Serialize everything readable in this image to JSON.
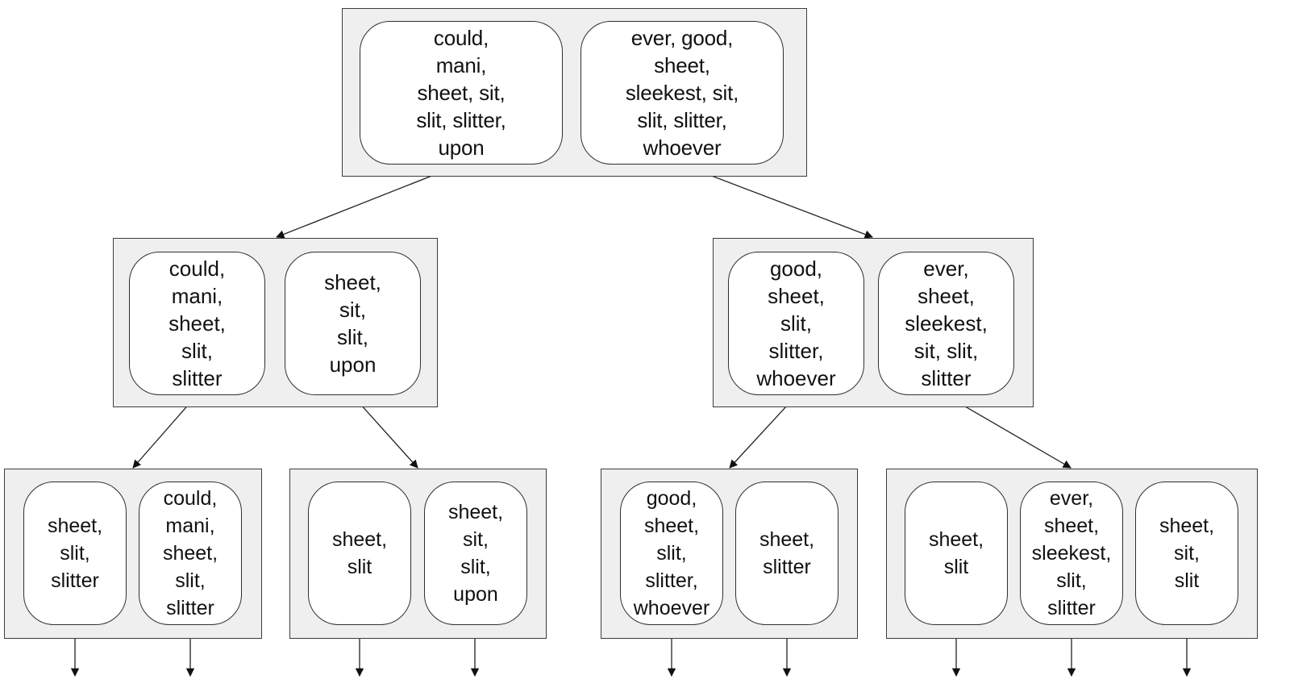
{
  "tree": {
    "root": {
      "entries": [
        {
          "label": "could,\nmani,\nsheet, sit,\nslit, slitter,\nupon"
        },
        {
          "label": "ever, good,\nsheet,\nsleekest, sit,\nslit, slitter,\nwhoever"
        }
      ]
    },
    "level1": [
      {
        "entries": [
          {
            "label": "could,\nmani,\nsheet,\nslit,\nslitter"
          },
          {
            "label": "sheet,\nsit,\nslit,\nupon"
          }
        ]
      },
      {
        "entries": [
          {
            "label": "good,\nsheet,\nslit,\nslitter,\nwhoever"
          },
          {
            "label": "ever,\nsheet,\nsleekest,\nsit, slit,\nslitter"
          }
        ]
      }
    ],
    "level2": [
      {
        "entries": [
          {
            "label": "sheet,\nslit,\nslitter"
          },
          {
            "label": "could,\nmani,\nsheet,\nslit,\nslitter"
          }
        ]
      },
      {
        "entries": [
          {
            "label": "sheet,\nslit"
          },
          {
            "label": "sheet,\nsit,\nslit,\nupon"
          }
        ]
      },
      {
        "entries": [
          {
            "label": "good,\nsheet,\nslit,\nslitter,\nwhoever"
          },
          {
            "label": "sheet,\nslitter"
          }
        ]
      },
      {
        "entries": [
          {
            "label": "sheet,\nslit"
          },
          {
            "label": "ever,\nsheet,\nsleekest,\nslit,\nslitter"
          },
          {
            "label": "sheet,\nsit,\nslit"
          }
        ]
      }
    ]
  },
  "colors": {
    "node_fill": "#efefef",
    "entry_fill": "#ffffff",
    "stroke": "#2f2f2f"
  }
}
